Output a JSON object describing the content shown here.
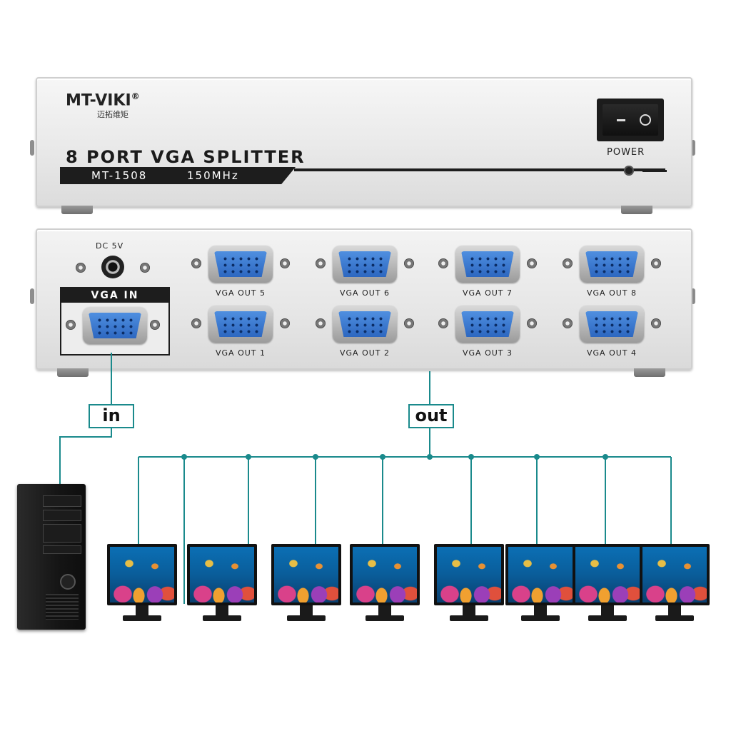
{
  "front_panel": {
    "brand": "MT-VIKI",
    "brand_mark": "®",
    "brand_chinese": "迈拓维矩",
    "title": "8 PORT VGA SPLITTER",
    "model": "MT-1508",
    "frequency": "150MHz",
    "power_label": "POWER",
    "switch_icon": "rocker-switch-icon"
  },
  "back_panel": {
    "dc_label": "DC 5V",
    "input_label": "VGA IN",
    "outputs_top": [
      "VGA OUT 5",
      "VGA OUT 6",
      "VGA OUT 7",
      "VGA OUT 8"
    ],
    "outputs_bottom": [
      "VGA OUT 1",
      "VGA OUT 2",
      "VGA OUT 3",
      "VGA OUT 4"
    ]
  },
  "diagram": {
    "in_label": "in",
    "out_label": "out",
    "line_color": "#1a8a8c",
    "monitor_count": 8
  },
  "colors": {
    "port_blue": "#2d67c0",
    "panel_silver": "#e6e6e6",
    "label_black": "#1d1d1d"
  }
}
